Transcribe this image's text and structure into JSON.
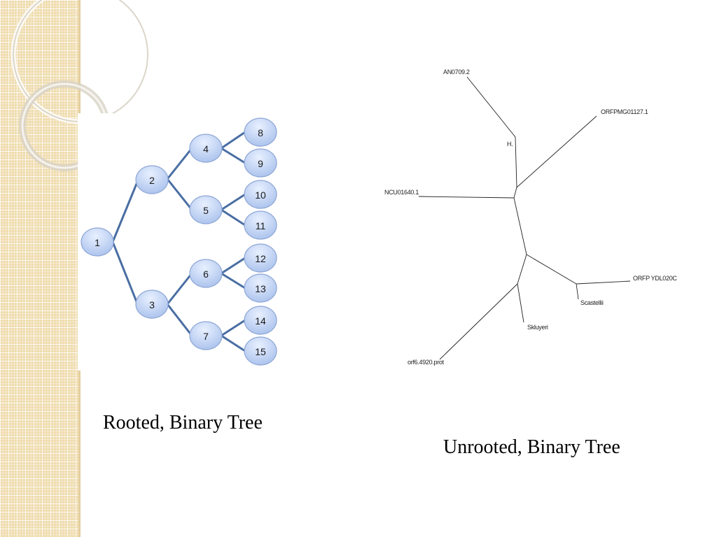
{
  "slide": {
    "accent_strip_color": "#efdcae",
    "decor_ring_color": "#d8d2c4"
  },
  "rooted_tree": {
    "caption": "Rooted, Binary Tree",
    "node_fill_top": "#e8f0ff",
    "node_fill_bottom": "#a9c1ec",
    "edge_color": "#4a6ea3",
    "nodes": [
      {
        "id": "n1",
        "label": "1"
      },
      {
        "id": "n2",
        "label": "2"
      },
      {
        "id": "n3",
        "label": "3"
      },
      {
        "id": "n4",
        "label": "4"
      },
      {
        "id": "n5",
        "label": "5"
      },
      {
        "id": "n6",
        "label": "6"
      },
      {
        "id": "n7",
        "label": "7"
      },
      {
        "id": "n8",
        "label": "8"
      },
      {
        "id": "n9",
        "label": "9"
      },
      {
        "id": "n10",
        "label": "10"
      },
      {
        "id": "n11",
        "label": "11"
      },
      {
        "id": "n12",
        "label": "12"
      },
      {
        "id": "n13",
        "label": "13"
      },
      {
        "id": "n14",
        "label": "14"
      },
      {
        "id": "n15",
        "label": "15"
      }
    ],
    "edges": [
      [
        "1",
        "2"
      ],
      [
        "1",
        "3"
      ],
      [
        "2",
        "4"
      ],
      [
        "2",
        "5"
      ],
      [
        "3",
        "6"
      ],
      [
        "3",
        "7"
      ],
      [
        "4",
        "8"
      ],
      [
        "4",
        "9"
      ],
      [
        "5",
        "10"
      ],
      [
        "5",
        "11"
      ],
      [
        "6",
        "12"
      ],
      [
        "6",
        "13"
      ],
      [
        "7",
        "14"
      ],
      [
        "7",
        "15"
      ]
    ]
  },
  "unrooted_tree": {
    "caption": "Unrooted, Binary Tree",
    "taxa": [
      {
        "id": "an0709",
        "label": "AN0709.2"
      },
      {
        "id": "h",
        "label": "H."
      },
      {
        "id": "orfpmg",
        "label": "ORFPMG01127.1"
      },
      {
        "id": "ncu",
        "label": "NCU01640.1"
      },
      {
        "id": "orfpydl",
        "label": "ORFP YDL020C"
      },
      {
        "id": "scastellii",
        "label": "Scastellii"
      },
      {
        "id": "skluyeri",
        "label": "Skluyeri"
      },
      {
        "id": "orf6",
        "label": "orf6.4920.prot"
      }
    ]
  }
}
